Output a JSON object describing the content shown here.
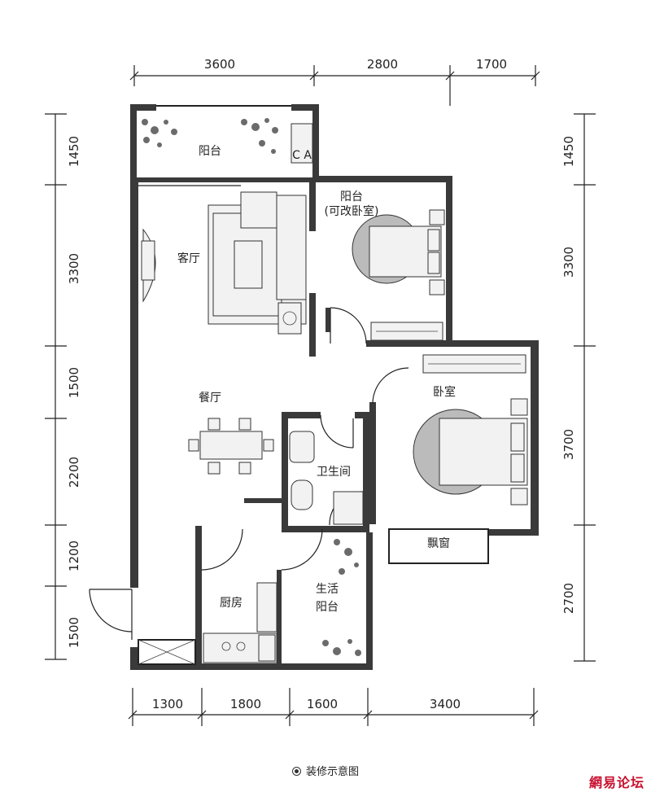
{
  "dimensions": {
    "top": [
      "3600",
      "2800",
      "1700"
    ],
    "bottom": [
      "1300",
      "1800",
      "1600",
      "3400"
    ],
    "left": [
      "1450",
      "3300",
      "1500",
      "2200",
      "1200",
      "1500"
    ],
    "right": [
      "1450",
      "3300",
      "3700",
      "2700"
    ]
  },
  "rooms": {
    "balcony_top": "阳台",
    "balcony_bedroom_line1": "阳台",
    "balcony_bedroom_line2": "(可改卧室)",
    "living": "客厅",
    "dining": "餐厅",
    "bedroom": "卧室",
    "bathroom": "卫生间",
    "bay_window": "飘窗",
    "kitchen": "厨房",
    "service_balcony_line1": "生活",
    "service_balcony_line2": "阳台"
  },
  "ac_label": "C A",
  "caption": "装修示意图",
  "watermark": "網易论坛"
}
